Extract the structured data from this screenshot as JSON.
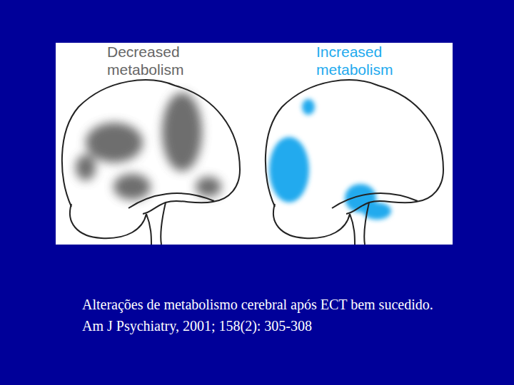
{
  "diagram": {
    "caption": "Alterações de metabolismo cerebral após ECT bem sucedido. Am J Psychiatry, 2001; 158(2): 305-308",
    "labels": [
      "Decreased metabolism",
      "Increased metabolism"
    ]
  }
}
